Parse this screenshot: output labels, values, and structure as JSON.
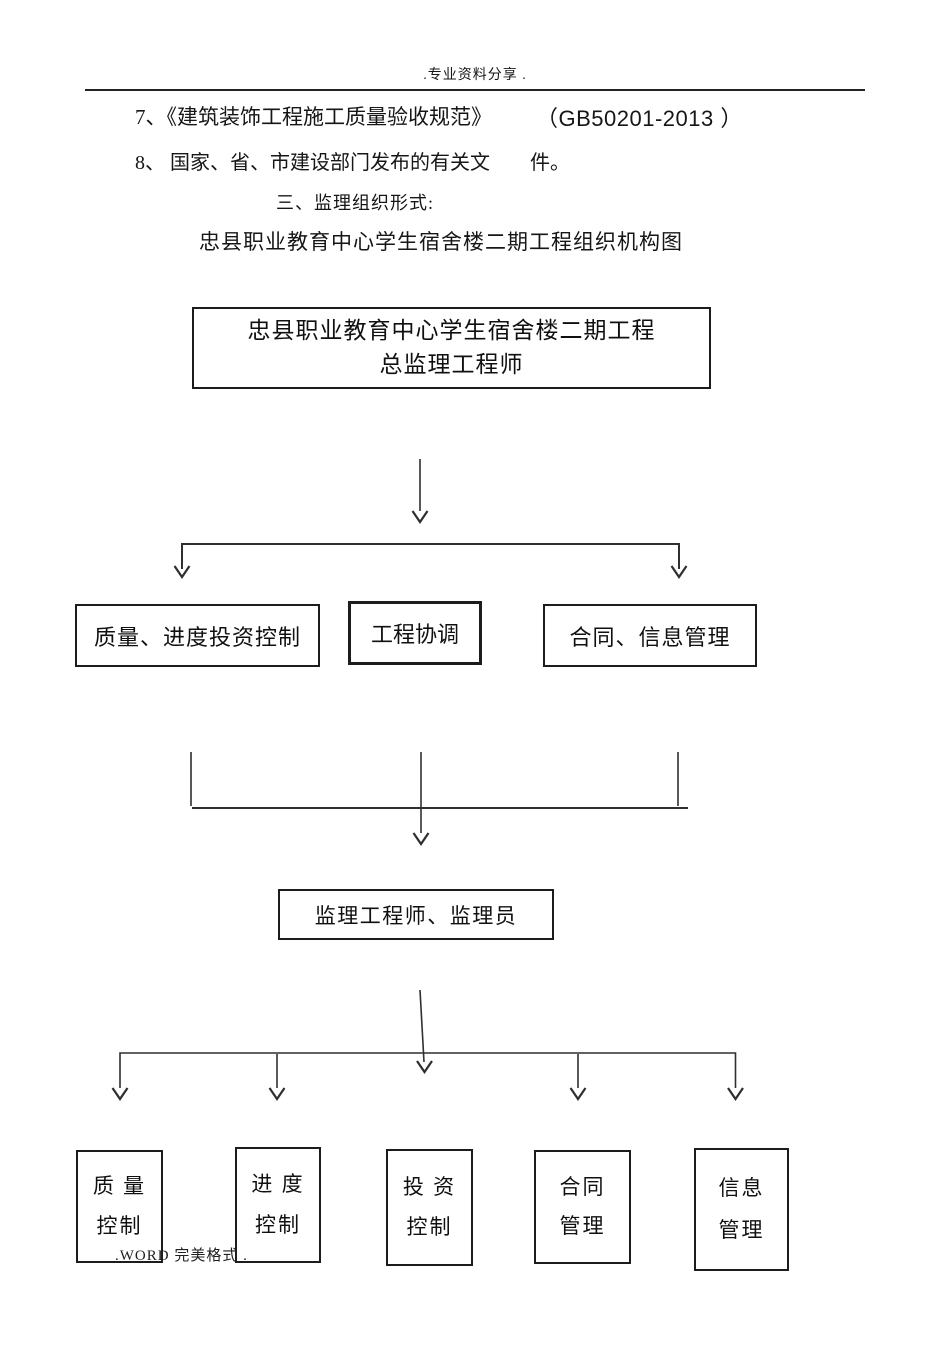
{
  "header": {
    "watermark": ".专业资料分享  ."
  },
  "document": {
    "item7_text": "7、《建筑装饰工程施工质量验收规范》",
    "item7_ref": "（GB50201-2013 ）",
    "item8_text": "8、 国家、省、市建设部门发布的有关文",
    "item8_tail": "件。",
    "section_heading": "三、监理组织形式:",
    "diagram_title": "忠县职业教育中心学生宿舍楼二期工程组织机构图"
  },
  "org_chart": {
    "root_line1": "忠县职业教育中心学生宿舍楼二期工程",
    "root_line2": "总监理工程师",
    "level2": [
      {
        "label": "质量、进度投资控制"
      },
      {
        "label": "工程协调"
      },
      {
        "label": "合同、信息管理"
      }
    ],
    "level3_label": "监理工程师、监理员",
    "level4": [
      {
        "line1": "质 量",
        "line2": "控制"
      },
      {
        "line1": "进 度",
        "line2": "控制"
      },
      {
        "line1": "投 资",
        "line2": "控制"
      },
      {
        "line1": "合同",
        "line2": "管理"
      },
      {
        "line1": "信息",
        "line2": "管理"
      }
    ],
    "colors": {
      "ink": "#161616",
      "line": "#2f2f2f",
      "border": "#1c1c1c",
      "background": "#ffffff"
    }
  },
  "footer": {
    "watermark": ".WORD 完美格式 ."
  }
}
